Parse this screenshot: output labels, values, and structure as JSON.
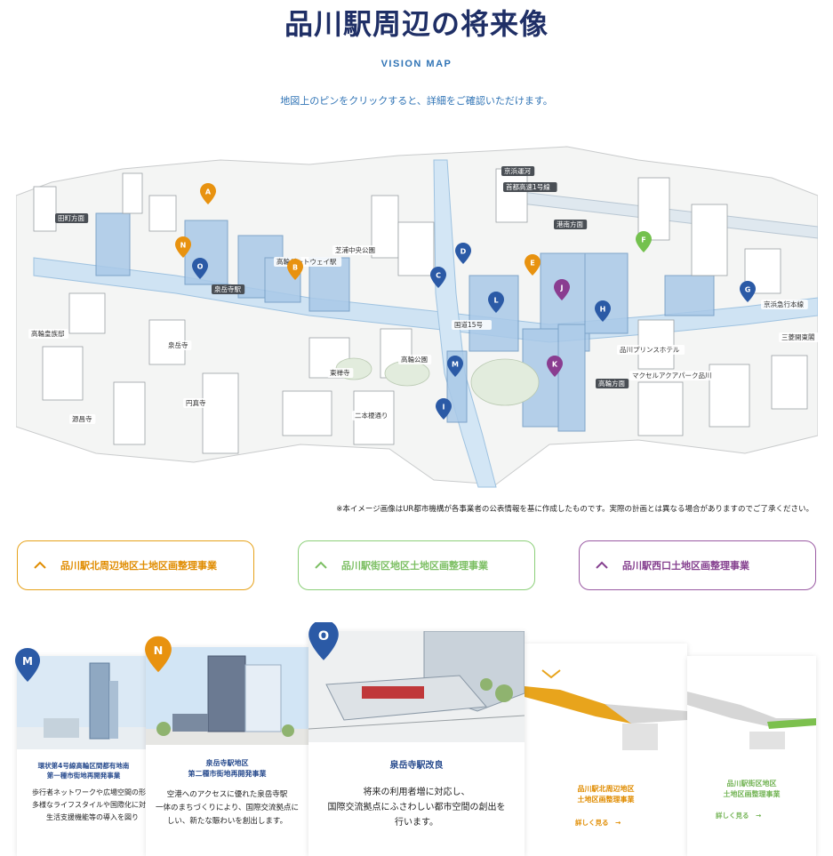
{
  "header": {
    "title": "品川駅周辺の将来像",
    "subtitle": "VISION MAP",
    "hint": "地図上のピンをクリックすると、詳細をご確認いただけます。"
  },
  "map": {
    "pins": [
      {
        "letter": "A",
        "color": "#e8920f"
      },
      {
        "letter": "N",
        "color": "#e8920f"
      },
      {
        "letter": "O",
        "color": "#2b5aa6"
      },
      {
        "letter": "B",
        "color": "#e8920f"
      },
      {
        "letter": "C",
        "color": "#2b5aa6"
      },
      {
        "letter": "D",
        "color": "#2b5aa6"
      },
      {
        "letter": "E",
        "color": "#e8920f"
      },
      {
        "letter": "F",
        "color": "#74c14e"
      },
      {
        "letter": "J",
        "color": "#8a3d90"
      },
      {
        "letter": "L",
        "color": "#2b5aa6"
      },
      {
        "letter": "H",
        "color": "#2b5aa6"
      },
      {
        "letter": "G",
        "color": "#2b5aa6"
      },
      {
        "letter": "M",
        "color": "#2b5aa6"
      },
      {
        "letter": "K",
        "color": "#8a3d90"
      },
      {
        "letter": "I",
        "color": "#2b5aa6"
      }
    ],
    "labels": [
      "田町方面",
      "泉岳寺駅",
      "高輪ゲートウェイ駅",
      "芝浦中央公園",
      "京浜運河",
      "首都高速1号線",
      "港南方面",
      "京浜急行本線",
      "三菱開東閣",
      "国道15号",
      "品川プリンスホテル",
      "高輪皇族邸",
      "泉岳寺",
      "高輪公園",
      "東禅寺",
      "高輪方面",
      "マクセルアクアパーク品川",
      "円真寺",
      "二本榎通り",
      "源昌寺"
    ]
  },
  "note": "※本イメージ画像はUR都市機構が各事業者の公表情報を基に作成したものです。実際の計画とは異なる場合がありますのでご了承ください。",
  "dropdowns": [
    {
      "label": "品川駅北周辺地区土地区画整理事業"
    },
    {
      "label": "品川駅街区地区土地区画整理事業"
    },
    {
      "label": "品川駅西口土地区画整理事業"
    }
  ],
  "cards": [
    {
      "pin": "M",
      "title_line1": "環状第4号線高輪区間都有地南",
      "title_line2": "第一種市街地再開発事業",
      "desc1": "歩行者ネットワークや広場空間の形成",
      "desc2": "多様なライフスタイルや国際化に対応",
      "desc3": "生活支援機能等の導入を図り"
    },
    {
      "pin": "N",
      "title_line1": "泉岳寺駅地区",
      "title_line2": "第二種市街地再開発事業",
      "desc1": "空港へのアクセスに優れた泉岳寺駅",
      "desc2": "一体のまちづくりにより、国際交流拠点に",
      "desc3": "しい、新たな賑わいを創出します。"
    },
    {
      "pin": "O",
      "title_line1": "泉岳寺駅改良",
      "desc1": "将来の利用者増に対応し、",
      "desc2": "国際交流拠点にふさわしい都市空間の創出を",
      "desc3": "行います。"
    },
    {
      "title_line1": "品川駅北周辺地区",
      "title_line2": "土地区画整理事業",
      "more": "詳しく見る　→"
    },
    {
      "title_line1": "品川駅街区地区",
      "title_line2": "土地区画整理事業",
      "more": "詳しく見る　→"
    }
  ],
  "colors": {
    "navy": "#1f2f66",
    "blue": "#2f73b5",
    "orange": "#e8920f",
    "green": "#74c14e",
    "purple": "#8a3d90"
  }
}
